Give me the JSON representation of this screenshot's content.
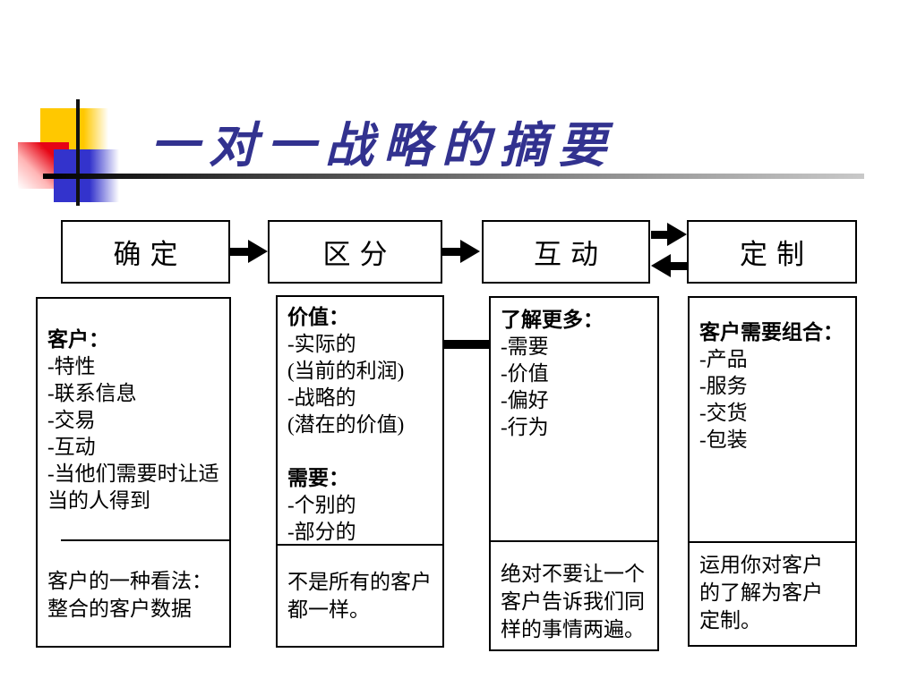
{
  "slide": {
    "title": "一对一战略的摘要"
  },
  "flow": {
    "headers": [
      {
        "label": "确定"
      },
      {
        "label": "区分"
      },
      {
        "label": "互动"
      },
      {
        "label": "定制"
      }
    ],
    "columns": [
      {
        "heading": "客户：",
        "items": [
          "-特性",
          "-联系信息",
          "-交易",
          "-互动",
          "-当他们需要时让适当的人得到"
        ],
        "footer": "客户的一种看法：\n整合的客户数据"
      },
      {
        "heading": "价值：",
        "items": [
          "-实际的",
          "(当前的利润)",
          "-战略的",
          "(潜在的价值)"
        ],
        "heading2": "需要：",
        "items2": [
          "-个别的",
          "-部分的"
        ],
        "footer": "不是所有的客户\n都一样。"
      },
      {
        "heading": "了解更多：",
        "items": [
          "-需要",
          "-价值",
          "-偏好",
          "-行为"
        ],
        "footer": "绝对不要让一个\n客户告诉我们同\n样的事情两遍。"
      },
      {
        "heading": "客户需要组合：",
        "items": [
          "-产品",
          "-服务",
          "-交货",
          "-包装"
        ],
        "footer": "运用你对客户\n的了解为客户\n定制。"
      }
    ]
  },
  "colors": {
    "title": "#32328f",
    "deco_yellow": "#ffc800",
    "deco_red": "#e60515",
    "deco_blue": "#3333cc",
    "line_black": "#000000"
  }
}
